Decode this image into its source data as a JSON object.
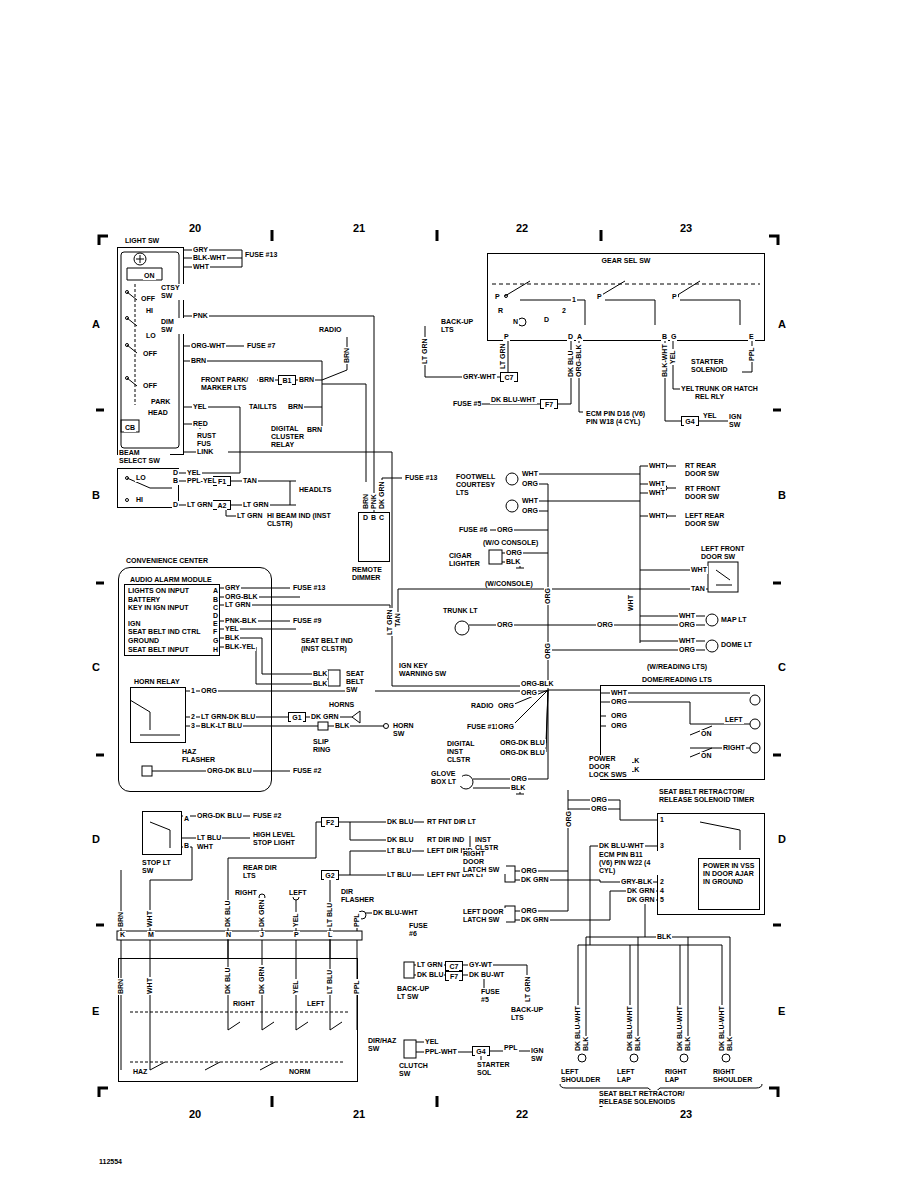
{
  "diagram": {
    "nodes": [
      {
        "text": [
          "LIGHT SW"
        ]
      },
      {
        "text": [
          "BEAM SELECT SW"
        ]
      },
      {
        "text": [
          "GEAR SEL SW"
        ]
      },
      {
        "text": [
          "REMOTE DIMMER"
        ]
      },
      {
        "text": [
          "CONVENIENCE CENTER"
        ]
      },
      {
        "text": [
          "AUDIO ALARM MODULE"
        ],
        "in": 4
      },
      {
        "text": [
          "HORN RELAY"
        ],
        "in": 4
      },
      {
        "text": [
          "STOP LT SW"
        ]
      },
      {
        "text": [
          "DIR/HAZ SW"
        ]
      },
      {
        "text": [
          "SEAT BELT RETRACTOR/ RELEASE SOLENOID TIMER"
        ]
      },
      {
        "text": [
          "POWER IN VSS IN DOOR AJAR IN GROUND"
        ],
        "in": 9
      },
      {
        "text": [
          "DOME/READING LTS"
        ]
      },
      {
        "text": [
          "B1"
        ]
      },
      {
        "text": [
          "F1"
        ]
      },
      {
        "text": [
          "A2"
        ]
      },
      {
        "text": [
          "C7"
        ]
      },
      {
        "text": [
          "F7"
        ]
      },
      {
        "text": [
          "G4"
        ]
      },
      {
        "text": [
          "G1"
        ]
      },
      {
        "text": [
          "F2"
        ]
      },
      {
        "text": [
          "G2"
        ]
      },
      {
        "text": [
          "C7"
        ]
      },
      {
        "text": [
          "F7"
        ]
      },
      {
        "text": [
          "G4"
        ]
      }
    ],
    "edges": [
      {
        "from": 0,
        "to": 3,
        "arrow": "none"
      },
      {
        "from": 1,
        "to": 13,
        "arrow": "none"
      },
      {
        "from": 1,
        "to": 14,
        "arrow": "none"
      },
      {
        "from": 6,
        "to": 18,
        "arrow": "none"
      },
      {
        "from": 19,
        "to": 8,
        "arrow": "none"
      },
      {
        "from": 20,
        "to": 8,
        "arrow": "none"
      },
      {
        "from": 15,
        "to": 2,
        "arrow": "none"
      },
      {
        "from": 16,
        "to": 2,
        "arrow": "none"
      }
    ],
    "labels": [
      "20",
      "21",
      "22",
      "23",
      "A",
      "A",
      "B",
      "B",
      "C",
      "C",
      "D",
      "D",
      "E",
      "E",
      "20",
      "21",
      "22",
      "23",
      "112554",
      "GRY",
      "BLK-WHT",
      "WHT",
      "FUSE #13",
      "ON",
      "CTSY SW",
      "OFF",
      "HI",
      "DIM SW",
      "LO",
      "PNK",
      "ORG-WHT",
      "FUSE #7",
      "BRN",
      "OFF",
      "OFF",
      "PARK",
      "YEL",
      "HEAD",
      "RED",
      "CB",
      "RUST FUS LINK",
      "RADIO",
      "BRN",
      "FRONT PARK/ MARKER LTS",
      "BRN",
      "BRN",
      "TAILLTS",
      "BRN",
      "DIGITAL CLUSTER RELAY",
      "BRN",
      "BRN",
      "PNK",
      "DK GRN",
      "FUSE #13",
      "D",
      "B",
      "C",
      "YEL",
      "PPL-YEL",
      "LT GRN",
      "D",
      "B",
      "D",
      "LO",
      "HI",
      "TAN",
      "LT GRN",
      "HEADLTS",
      "LT GRN",
      "HI BEAM IND (INST CLSTR)",
      "P",
      "R",
      "N",
      "D",
      "2",
      "1",
      "P",
      "P",
      "P",
      "D",
      "A",
      "B",
      "G",
      "E",
      "BACK-UP LTS",
      "LT GRN",
      "LT GRN",
      "DK BLU",
      "ORG-BLK",
      "BLK-WHT",
      "YEL",
      "PPL",
      "GRY-WHT",
      "STARTER SOLENOID",
      "YEL",
      "TRUNK OR HATCH REL RLY",
      "FUSE #5",
      "DK BLU-WHT",
      "ECM PIN D16 (V6) PIN W18 (4 CYL)",
      "YEL",
      "IGN SW",
      "FOOTWELL COURTESY LTS",
      "WHT",
      "ORG",
      "WHT",
      "ORG",
      "FUSE #6",
      "ORG",
      "(W/O CONSOLE)",
      "CIGAR LIGHTER",
      "ORG",
      "BLK",
      "(W/CONSOLE)",
      "WHT",
      "WHT",
      "WHT",
      "WHT",
      "RT REAR DOOR SW",
      "RT FRONT DOOR SW",
      "LEFT REAR DOOR SW",
      "LEFT FRONT DOOR SW",
      "WHT",
      "TAN",
      "WHT",
      "TRUNK LT",
      "ORG",
      "ORG",
      "WHT",
      "ORG",
      "MAP LT",
      "WHT",
      "ORG",
      "DOME LT",
      "ORG",
      "ORG",
      "(W/READING LTS)",
      "WHT",
      "ORG",
      "ORG",
      "ORG",
      "LEFT",
      "ON",
      "RIGHT",
      "ON",
      "BLK",
      "BLK",
      "LIGHTS ON INPUT",
      "BATTERY",
      "KEY IN IGN INPUT",
      "IGN",
      "SEAT BELT IND CTRL",
      "GROUND",
      "SEAT BELT INPUT",
      "A",
      "B",
      "C",
      "D",
      "E",
      "F",
      "G",
      "H",
      "GRY",
      "ORG-BLK",
      "LT GRN",
      "PNK-BLK",
      "YEL",
      "BLK",
      "BLK-YEL",
      "FUSE #13",
      "FUSE #9",
      "SEAT BELT IND (INST CLSTR)",
      "LT GRN",
      "TAN",
      "IGN KEY WARNING SW",
      "BLK",
      "BLK",
      "SEAT BELT SW",
      "1",
      "2",
      "3",
      "ORG",
      "LT GRN-DK BLU",
      "BLK-LT BLU",
      "DK GRN",
      "HORNS",
      "BLK",
      "SLIP RING",
      "HORN SW",
      "HAZ FLASHER",
      "ORG-DK BLU",
      "FUSE #2",
      "ORG-BLK",
      "ORG",
      "RADIO",
      "ORG",
      "FUSE #11",
      "ORG",
      "DIGITAL INST CLSTR",
      "ORG-DK BLU",
      "ORG-DK BLU",
      "GLOVE BOX LT",
      "ORG",
      "BLK",
      "POWER DOOR LOCK SWS",
      "ORG",
      "ORG",
      "ORG",
      "A",
      "B",
      "ORG-DK BLU",
      "LT BLU",
      "WHT",
      "FUSE #2",
      "HIGH LEVEL STOP LIGHT",
      "DK BLU",
      "RT FNT DIR LT",
      "DK BLU",
      "RT DIR IND",
      "LT BLU",
      "LEFT DIR IND",
      "INST CLSTR",
      "LT BLU",
      "LEFT FNT DIR LT",
      "REAR DIR LTS",
      "RIGHT",
      "LEFT",
      "DIR FLASHER",
      "DK BLU-WHT",
      "FUSE #6",
      "K",
      "M",
      "N",
      "J",
      "P",
      "L",
      "BRN",
      "WHT",
      "DK BLU",
      "DK GRN",
      "YEL",
      "LT BLU",
      "PPL",
      "BRN",
      "WHT",
      "DK BLU",
      "DK GRN",
      "YEL",
      "LT BLU",
      "PPL",
      "RIGHT",
      "LEFT",
      "HAZ",
      "NORM",
      "LT GRN",
      "DK BLU",
      "GY-WT",
      "DK BU-WT",
      "BACK-UP LT SW",
      "FUSE #5",
      "LT GRN",
      "BACK-UP LTS",
      "YEL",
      "PPL-WHT",
      "PPL",
      "CLUTCH SW",
      "STARTER SOL",
      "IGN SW",
      "RIGHT DOOR LATCH SW",
      "ORG",
      "DK GRN",
      "LEFT DOOR LATCH SW",
      "ORG",
      "DK GRN",
      "ECM PIN B11 (V6) PIN W22 (4 CYL)",
      "GRY-BLK",
      "DK GRN",
      "DK GRN",
      "DK BLU-WHT",
      "1",
      "3",
      "2",
      "4",
      "5",
      "BLK",
      "DK BLU-WHT",
      "BLK",
      "DK BLU-WHT",
      "BLK",
      "DK BLU-WHT",
      "BLK",
      "DK BLU-WHT",
      "BLK",
      "LEFT SHOULDER",
      "LEFT LAP",
      "RIGHT LAP",
      "RIGHT SHOULDER",
      "SEAT BELT RETRACTOR/ RELEASE SOLENOIDS"
    ]
  }
}
